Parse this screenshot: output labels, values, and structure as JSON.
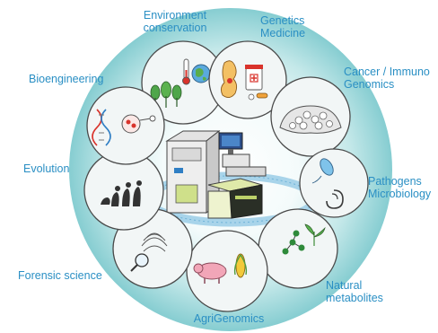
{
  "colors": {
    "label": "#2a8fc4",
    "disc_outer": "#8ccfd3",
    "disc_inner": "#ffffff",
    "node_fill": "#f3f6f6",
    "node_stroke": "#4a4a4a",
    "dna_ring": "#9fd0e8"
  },
  "diagram": {
    "hub": {
      "icons": [
        "sequencer-tower-icon",
        "workstation-monitor-icon",
        "sequencer-benchtop-icon",
        "dna-sequence-ring-icon"
      ]
    },
    "nodes": [
      {
        "key": "environment",
        "label_lines": [
          "Environment",
          "conservation"
        ],
        "icons": [
          "trees-icon",
          "thermometer-icon",
          "globe-icon"
        ]
      },
      {
        "key": "genetics",
        "label_lines": [
          "Genetics",
          "Medicine"
        ],
        "icons": [
          "human-figure-icon",
          "pill-bottle-icon",
          "pills-icon"
        ]
      },
      {
        "key": "cancer",
        "label_lines": [
          "Cancer / Immuno",
          "Genomics"
        ],
        "icons": [
          "tissue-cells-icon"
        ]
      },
      {
        "key": "pathogens",
        "label_lines": [
          "Pathogens",
          "Microbiology"
        ],
        "icons": [
          "protozoa-icon",
          "bacteria-icon"
        ]
      },
      {
        "key": "natural",
        "label_lines": [
          "Natural",
          "metabolites"
        ],
        "icons": [
          "molecule-icon",
          "plant-sprout-icon"
        ]
      },
      {
        "key": "agri",
        "label_lines": [
          "AgriGenomics"
        ],
        "icons": [
          "pig-icon",
          "corn-icon"
        ]
      },
      {
        "key": "forensic",
        "label_lines": [
          "Forensic  science"
        ],
        "icons": [
          "fingerprint-icon",
          "magnifier-icon"
        ]
      },
      {
        "key": "evolution",
        "label_lines": [
          "Evolution"
        ],
        "icons": [
          "human-evolution-icon"
        ]
      },
      {
        "key": "bioengineering",
        "label_lines": [
          "Bioengineering"
        ],
        "icons": [
          "dna-helix-icon",
          "petri-dish-icon"
        ]
      }
    ]
  }
}
